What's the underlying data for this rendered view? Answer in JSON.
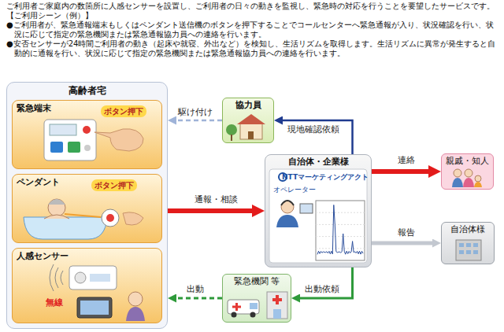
{
  "diagram": {
    "nodes": [
      {
        "text": [
          "高齢者宅"
        ]
      },
      {
        "text": [
          "緊急端末",
          "ボタン押下"
        ],
        "in": 0
      },
      {
        "text": [
          "ペンダント",
          "ボタン押下"
        ],
        "in": 0
      },
      {
        "text": [
          "人感センサー",
          "無線"
        ],
        "in": 0
      },
      {
        "text": [
          "協力員"
        ]
      },
      {
        "text": [
          "自治体・企業様",
          "NTTマーケティングアクト",
          "オペレーター"
        ]
      },
      {
        "text": [
          "親戚・知人"
        ]
      },
      {
        "text": [
          "自治体様"
        ]
      },
      {
        "text": [
          "緊急機関 等"
        ]
      }
    ],
    "edges": [
      {
        "from": 4,
        "to": 0,
        "arrow": "to",
        "label": "駆け付け"
      },
      {
        "from": 5,
        "to": 4,
        "arrow": "to",
        "label": "現地確認依頼"
      },
      {
        "from": 0,
        "to": 5,
        "arrow": "to",
        "label": "通報・相談"
      },
      {
        "from": 5,
        "to": 6,
        "arrow": "to",
        "label": "連絡"
      },
      {
        "from": 5,
        "to": 7,
        "arrow": "to",
        "label": "報告"
      },
      {
        "from": 5,
        "to": 8,
        "arrow": "to",
        "label": "出動依頼"
      },
      {
        "from": 8,
        "to": 0,
        "arrow": "to",
        "label": "出動"
      }
    ],
    "labels": [
      "ご利用者ご家庭内の数箇所に人感センサーを設置し、ご利用者の日々の動きを監視し、緊急時の対応を行うことを要望したサービスです。",
      "【ご利用シーン（例）】",
      "●ご利用者が、緊急通報端末もしくはペンダント送信機のボタンを押下することでコールセンターへ緊急通報が入り、状況確認を行い、状況に応じて指定の緊急機関または緊急通報協力員への連絡を行います。",
      "●安否センサーが24時間ご利用者の動き（起床や就寝、外出など）を検知し、生活リズムを取得します。生活リズムに異常が発生すると自動的に通報を行い、状況に応じて指定の緊急機関または緊急通報協力員への連絡を行います。"
    ]
  }
}
